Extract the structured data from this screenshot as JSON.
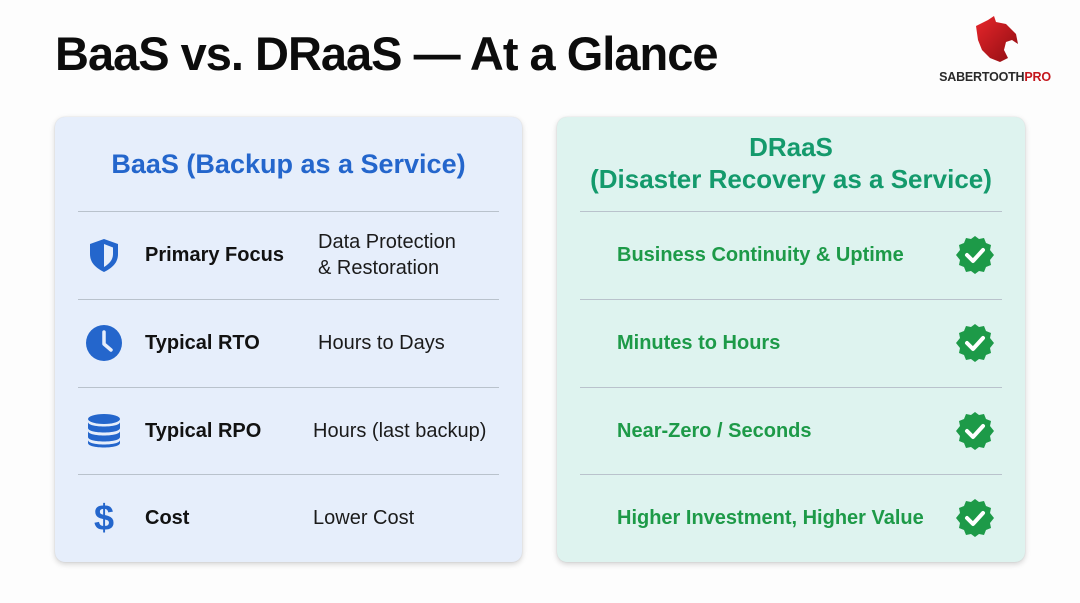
{
  "header": {
    "title": "BaaS vs. DRaaS — At a Glance"
  },
  "logo": {
    "icon": "sabertooth-head-icon",
    "text_primary": "SABERTOOTH",
    "text_accent": "PRO",
    "accent_color": "#c4161c"
  },
  "baas": {
    "title": "BaaS (Backup as a Service)",
    "accent_color": "#2466cc",
    "rows": [
      {
        "icon": "shield-icon",
        "label": "Primary Focus",
        "value_line1": "Data Protection",
        "value_line2": "& Restoration"
      },
      {
        "icon": "clock-icon",
        "label": "Typical RTO",
        "value": "Hours to Days"
      },
      {
        "icon": "database-icon",
        "label": "Typical RPO",
        "value": "Hours (last backup)"
      },
      {
        "icon": "dollar-icon",
        "label": "Cost",
        "value": "Lower Cost"
      }
    ]
  },
  "draas": {
    "title_line1": "DRaaS",
    "title_line2": "(Disaster Recovery as a Service)",
    "accent_color": "#1d9a48",
    "rows": [
      {
        "value": "Business Continuity & Uptime",
        "icon": "check-badge-icon"
      },
      {
        "value": "Minutes to Hours",
        "icon": "check-badge-icon"
      },
      {
        "value": "Near-Zero / Seconds",
        "icon": "check-badge-icon"
      },
      {
        "value": "Higher Investment, Higher Value",
        "icon": "check-badge-icon"
      }
    ]
  }
}
